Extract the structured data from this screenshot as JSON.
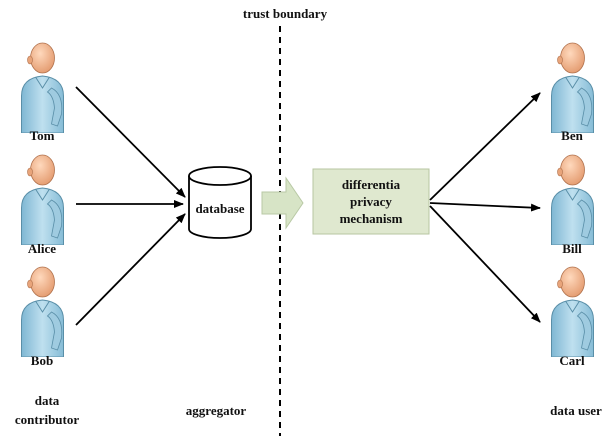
{
  "title": "trust boundary",
  "contributors": [
    {
      "name": "Tom",
      "icon": "person-icon"
    },
    {
      "name": "Alice",
      "icon": "person-icon"
    },
    {
      "name": "Bob",
      "icon": "person-icon"
    }
  ],
  "users": [
    {
      "name": "Ben",
      "icon": "person-icon"
    },
    {
      "name": "Bill",
      "icon": "person-icon"
    },
    {
      "name": "Carl",
      "icon": "person-icon"
    }
  ],
  "database": {
    "label": "database",
    "icon": "database-cylinder-icon"
  },
  "mechanism": {
    "lines": [
      "differentia",
      "privacy",
      "mechanism"
    ],
    "fill": "#dfe8cf"
  },
  "captions": {
    "contributor_line1": "data",
    "contributor_line2": "contributor",
    "aggregator": "aggregator",
    "data_user": "data user"
  },
  "colors": {
    "person_body": "#a9d4e8",
    "person_head": "#f2b48a",
    "arrow_fill": "#d7e4c6",
    "line": "#000000"
  }
}
